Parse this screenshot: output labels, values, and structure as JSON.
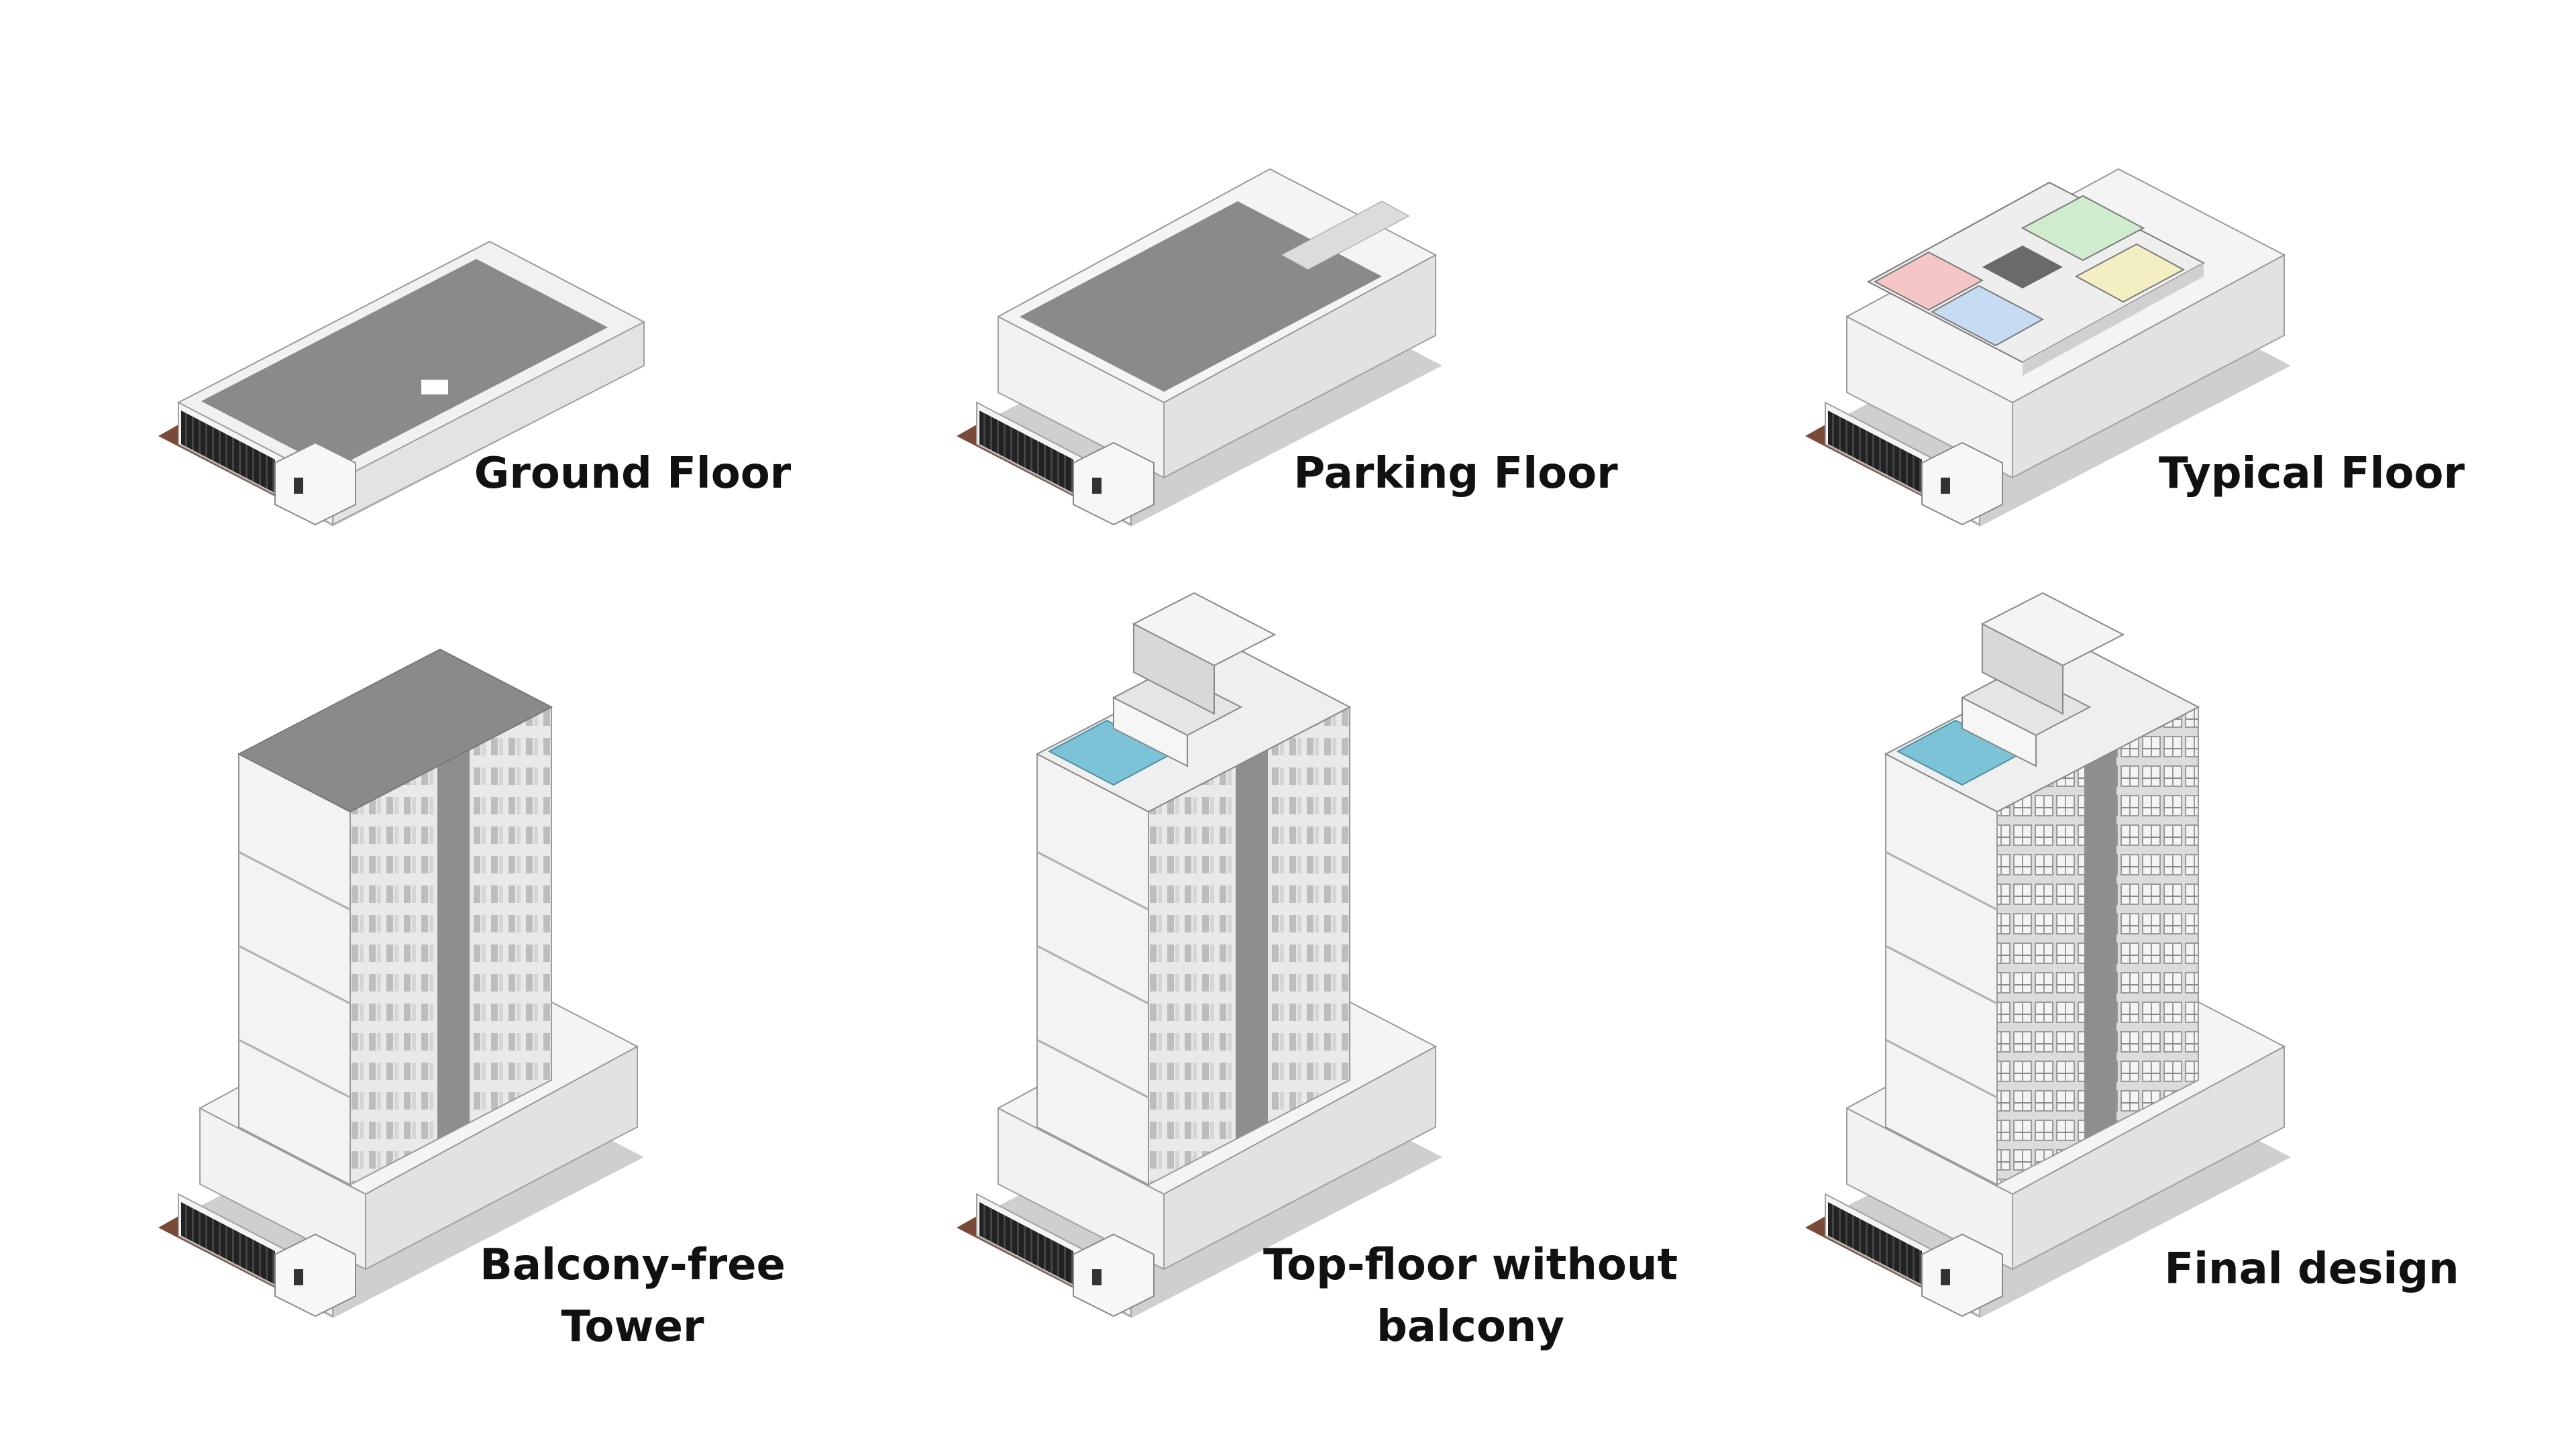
{
  "panels": [
    {
      "label": [
        "Ground Floor"
      ]
    },
    {
      "label": [
        "Parking Floor"
      ]
    },
    {
      "label": [
        "Typical Floor"
      ]
    },
    {
      "label": [
        "Balcony-free",
        "Tower"
      ]
    },
    {
      "label": [
        "Top-floor without",
        "balcony"
      ]
    },
    {
      "label": [
        "Final design"
      ]
    }
  ],
  "colors": {
    "background": "#ffffff",
    "text": "#111111",
    "wall_light": "#f0f0f0",
    "wall_mid": "#e2e2e2",
    "wall_shade": "#d2d2d2",
    "slab_dark": "#8a8a8a",
    "slab_edge": "#b4b4b4",
    "ground_shadow": "#c9c9c9",
    "earth": "#7a4a38",
    "pool": "#7cc3d8",
    "unit_pink": "#f4c6c6",
    "unit_blue": "#c6dcf2",
    "unit_green": "#cfeccd",
    "unit_yellow": "#f3efc3",
    "stair_dark": "#5e5e5e"
  }
}
